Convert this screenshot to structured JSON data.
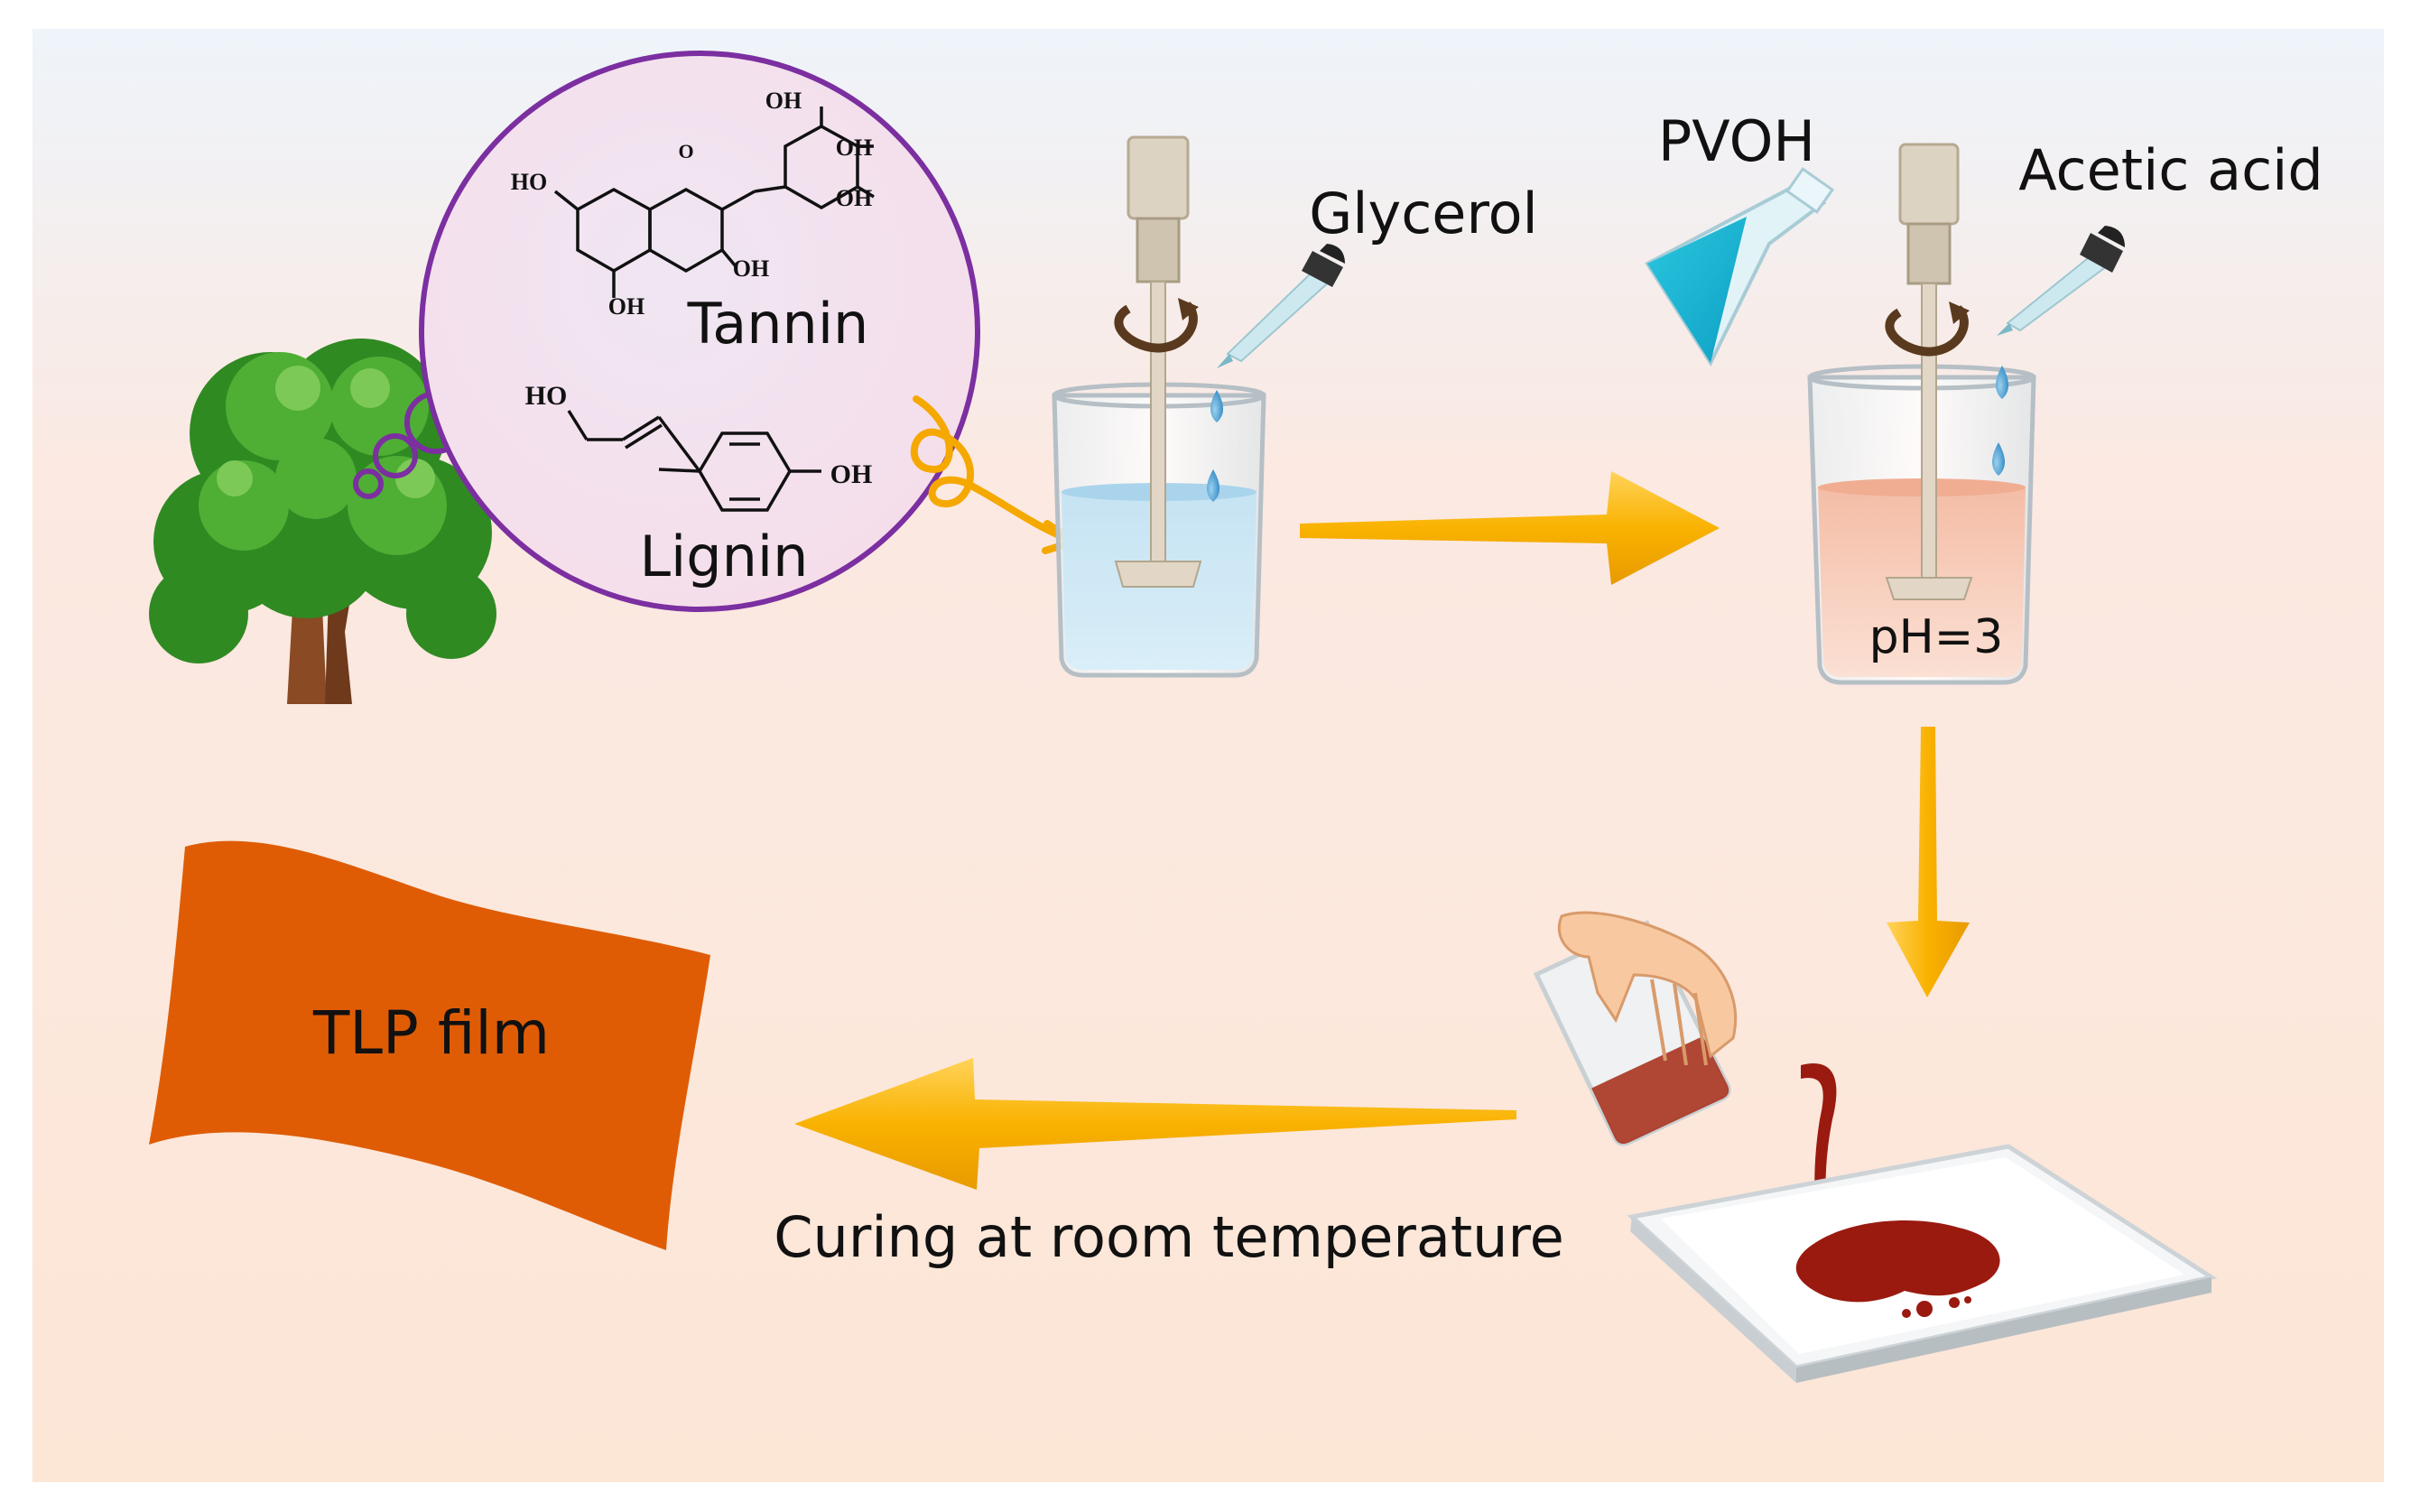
{
  "labels": {
    "tannin": "Tannin",
    "lignin": "Lignin",
    "glycerol": "Glycerol",
    "pvoh": "PVOH",
    "acetic_acid": "Acetic acid",
    "ph": "pH=3",
    "film": "TLP film",
    "curing": "Curing at room temperature"
  },
  "chem_groups": {
    "oh": "OH",
    "ho": "HO"
  },
  "colors": {
    "arrow": "#f7b500",
    "film": "#df5c05",
    "circle_border": "#7b2fa0",
    "blue_liquid": "#b8dcef",
    "pink_liquid": "#f6c8b4",
    "red_liquid": "#9a1a10",
    "tree_green": "#3d9a28"
  }
}
